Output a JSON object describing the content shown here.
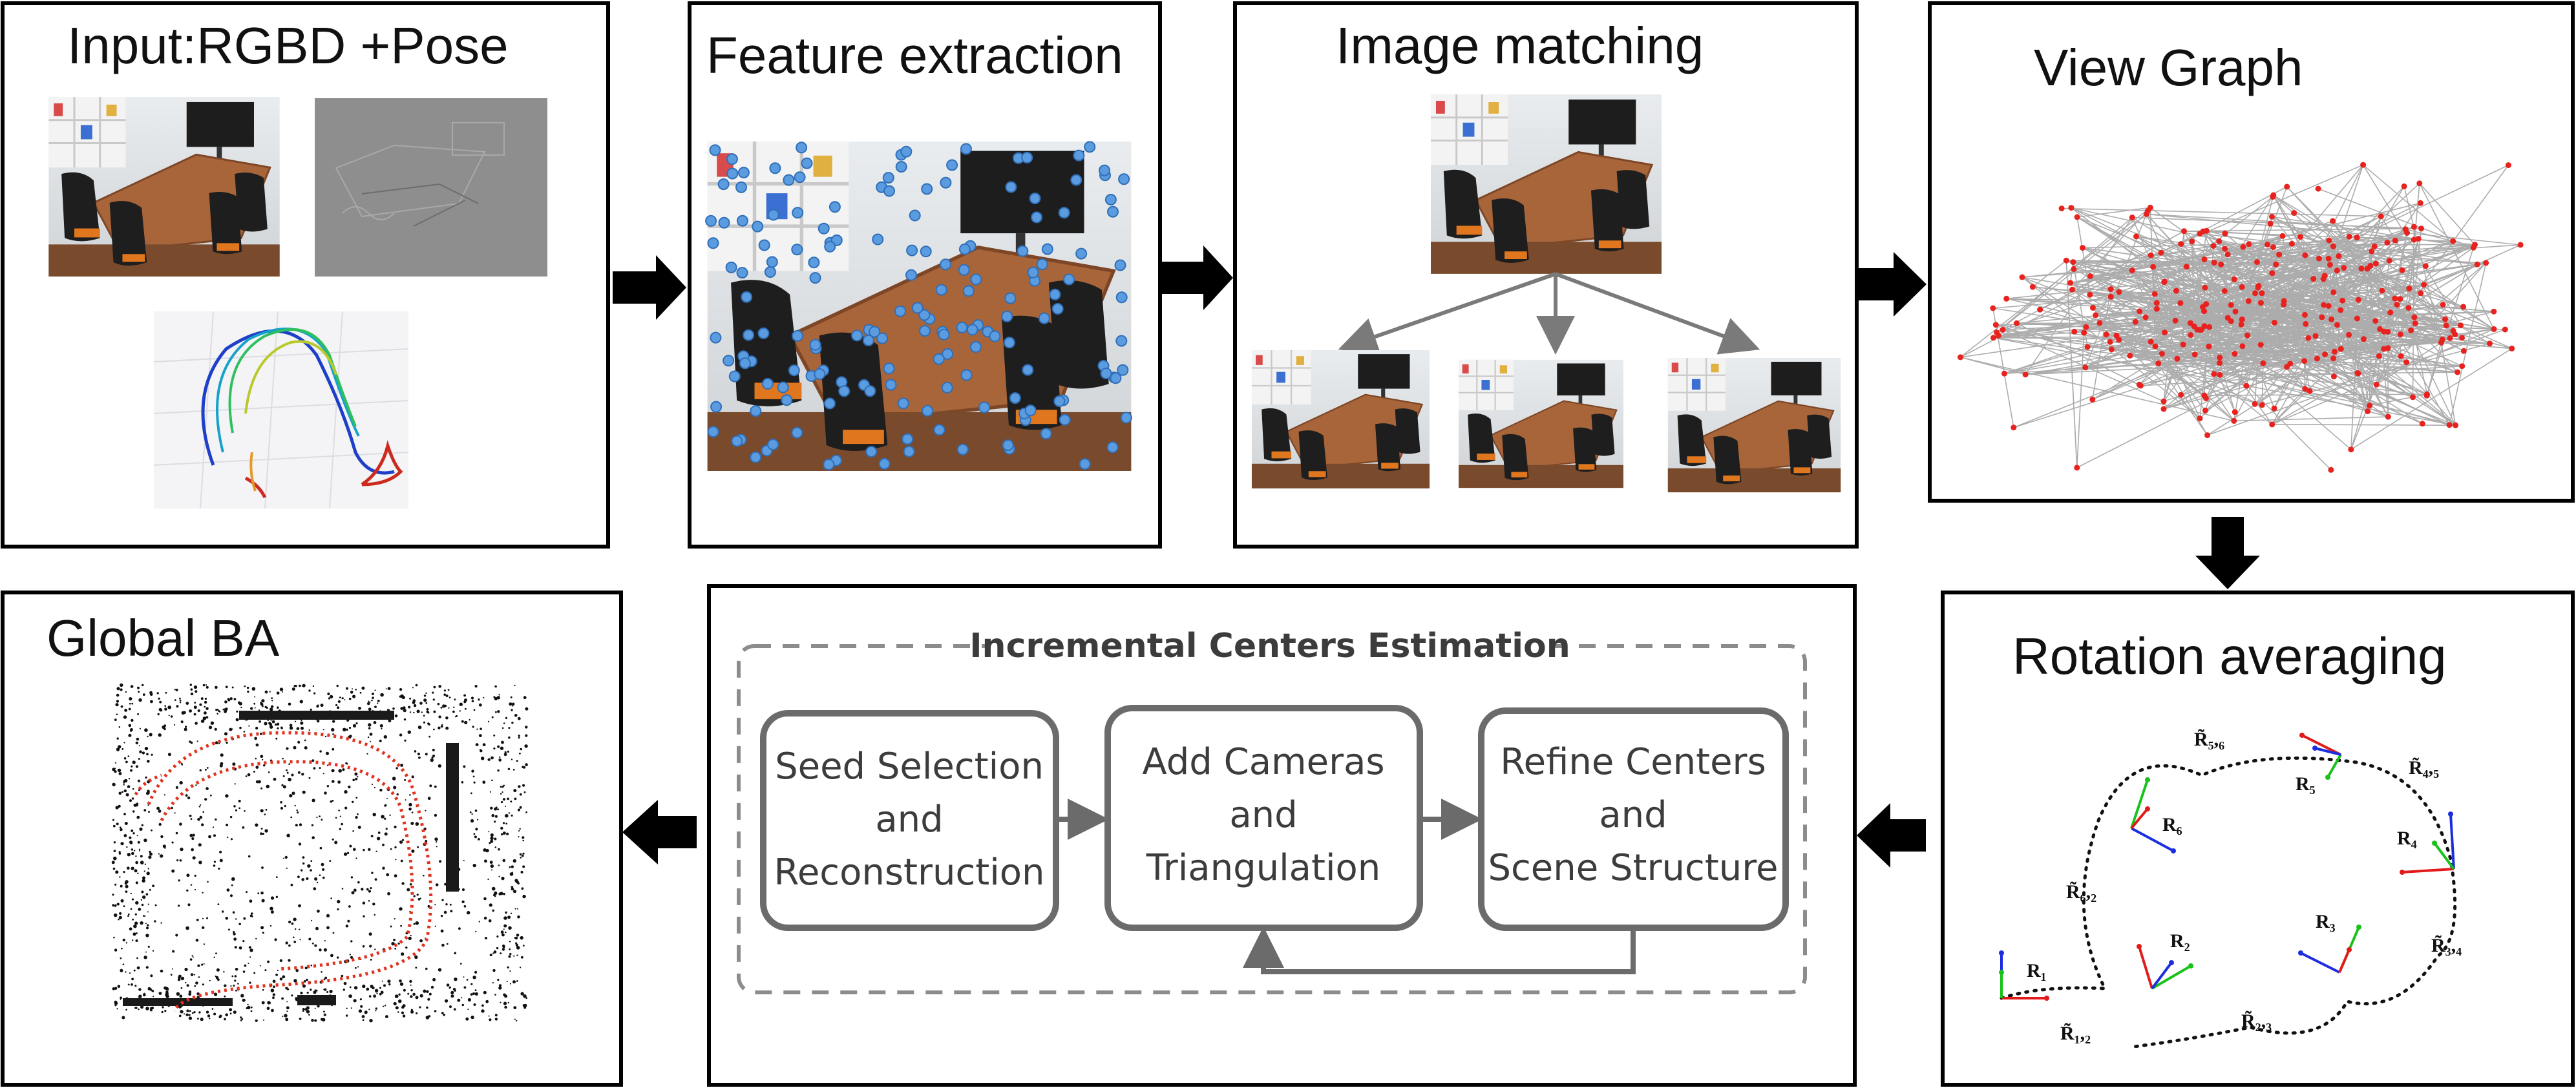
{
  "panels": {
    "input": {
      "title": "Input:RGBD +Pose"
    },
    "feature": {
      "title": "Feature extraction"
    },
    "matching": {
      "title": "Image matching"
    },
    "viewgraph": {
      "title": "View Graph"
    },
    "rotation": {
      "title": "Rotation averaging"
    },
    "ba": {
      "title": "Global BA"
    },
    "centers": {
      "title": "Incremental Centers Estimation",
      "boxes": [
        {
          "line1": "Seed Selection",
          "line2": "and",
          "line3": "Reconstruction"
        },
        {
          "line1": "Add  Cameras",
          "line2": "and",
          "line3": "Triangulation"
        },
        {
          "line1": "Refine Centers",
          "line2": "and",
          "line3": "Scene Structure"
        }
      ]
    }
  },
  "rotation_labels": {
    "r1": "R₁",
    "r2": "R₂",
    "r3": "R₃",
    "r4": "R₄",
    "r5": "R₅",
    "r6": "R₆",
    "r12": "R̃₁,₂",
    "r23": "R̃₂,₃",
    "r34": "R̃₃,₄",
    "r45": "R̃₄,₅",
    "r56": "R̃₅,₆",
    "r62": "R̃₆,₂"
  },
  "colors": {
    "border": "#000000",
    "arrow": "#000000",
    "box_stroke": "#6b6b6b",
    "dashed": "#8c8c8c",
    "graph_node": "#e8231f",
    "graph_edge": "#8a8a8a",
    "wood": "#a8653a",
    "axis_red": "#e21a1a",
    "axis_green": "#19c219",
    "axis_blue": "#1a2ee0"
  }
}
